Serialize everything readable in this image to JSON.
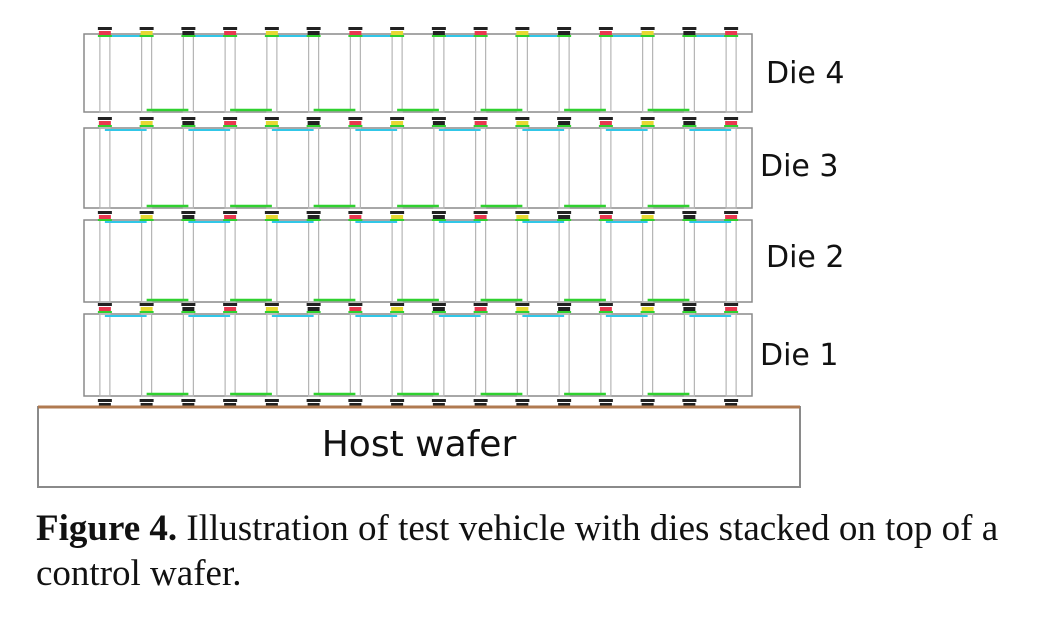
{
  "diagram": {
    "dies": [
      {
        "label": "Die 1"
      },
      {
        "label": "Die 2"
      },
      {
        "label": "Die 3"
      },
      {
        "label": "Die 4"
      }
    ],
    "substrate": {
      "label": "Host wafer"
    },
    "colors": {
      "die_outline": "#8a8a8a",
      "trace_cyan": "#31c7e8",
      "trace_green": "#2fd12f",
      "bump_red": "#e8384f",
      "bump_yellow": "#e6d832",
      "bump_dark": "#222222",
      "wafer_top": "#b07a50"
    }
  },
  "caption": {
    "number": "Figure 4.",
    "text": " Illustration of test vehicle with dies stacked on top of a control wafer."
  }
}
